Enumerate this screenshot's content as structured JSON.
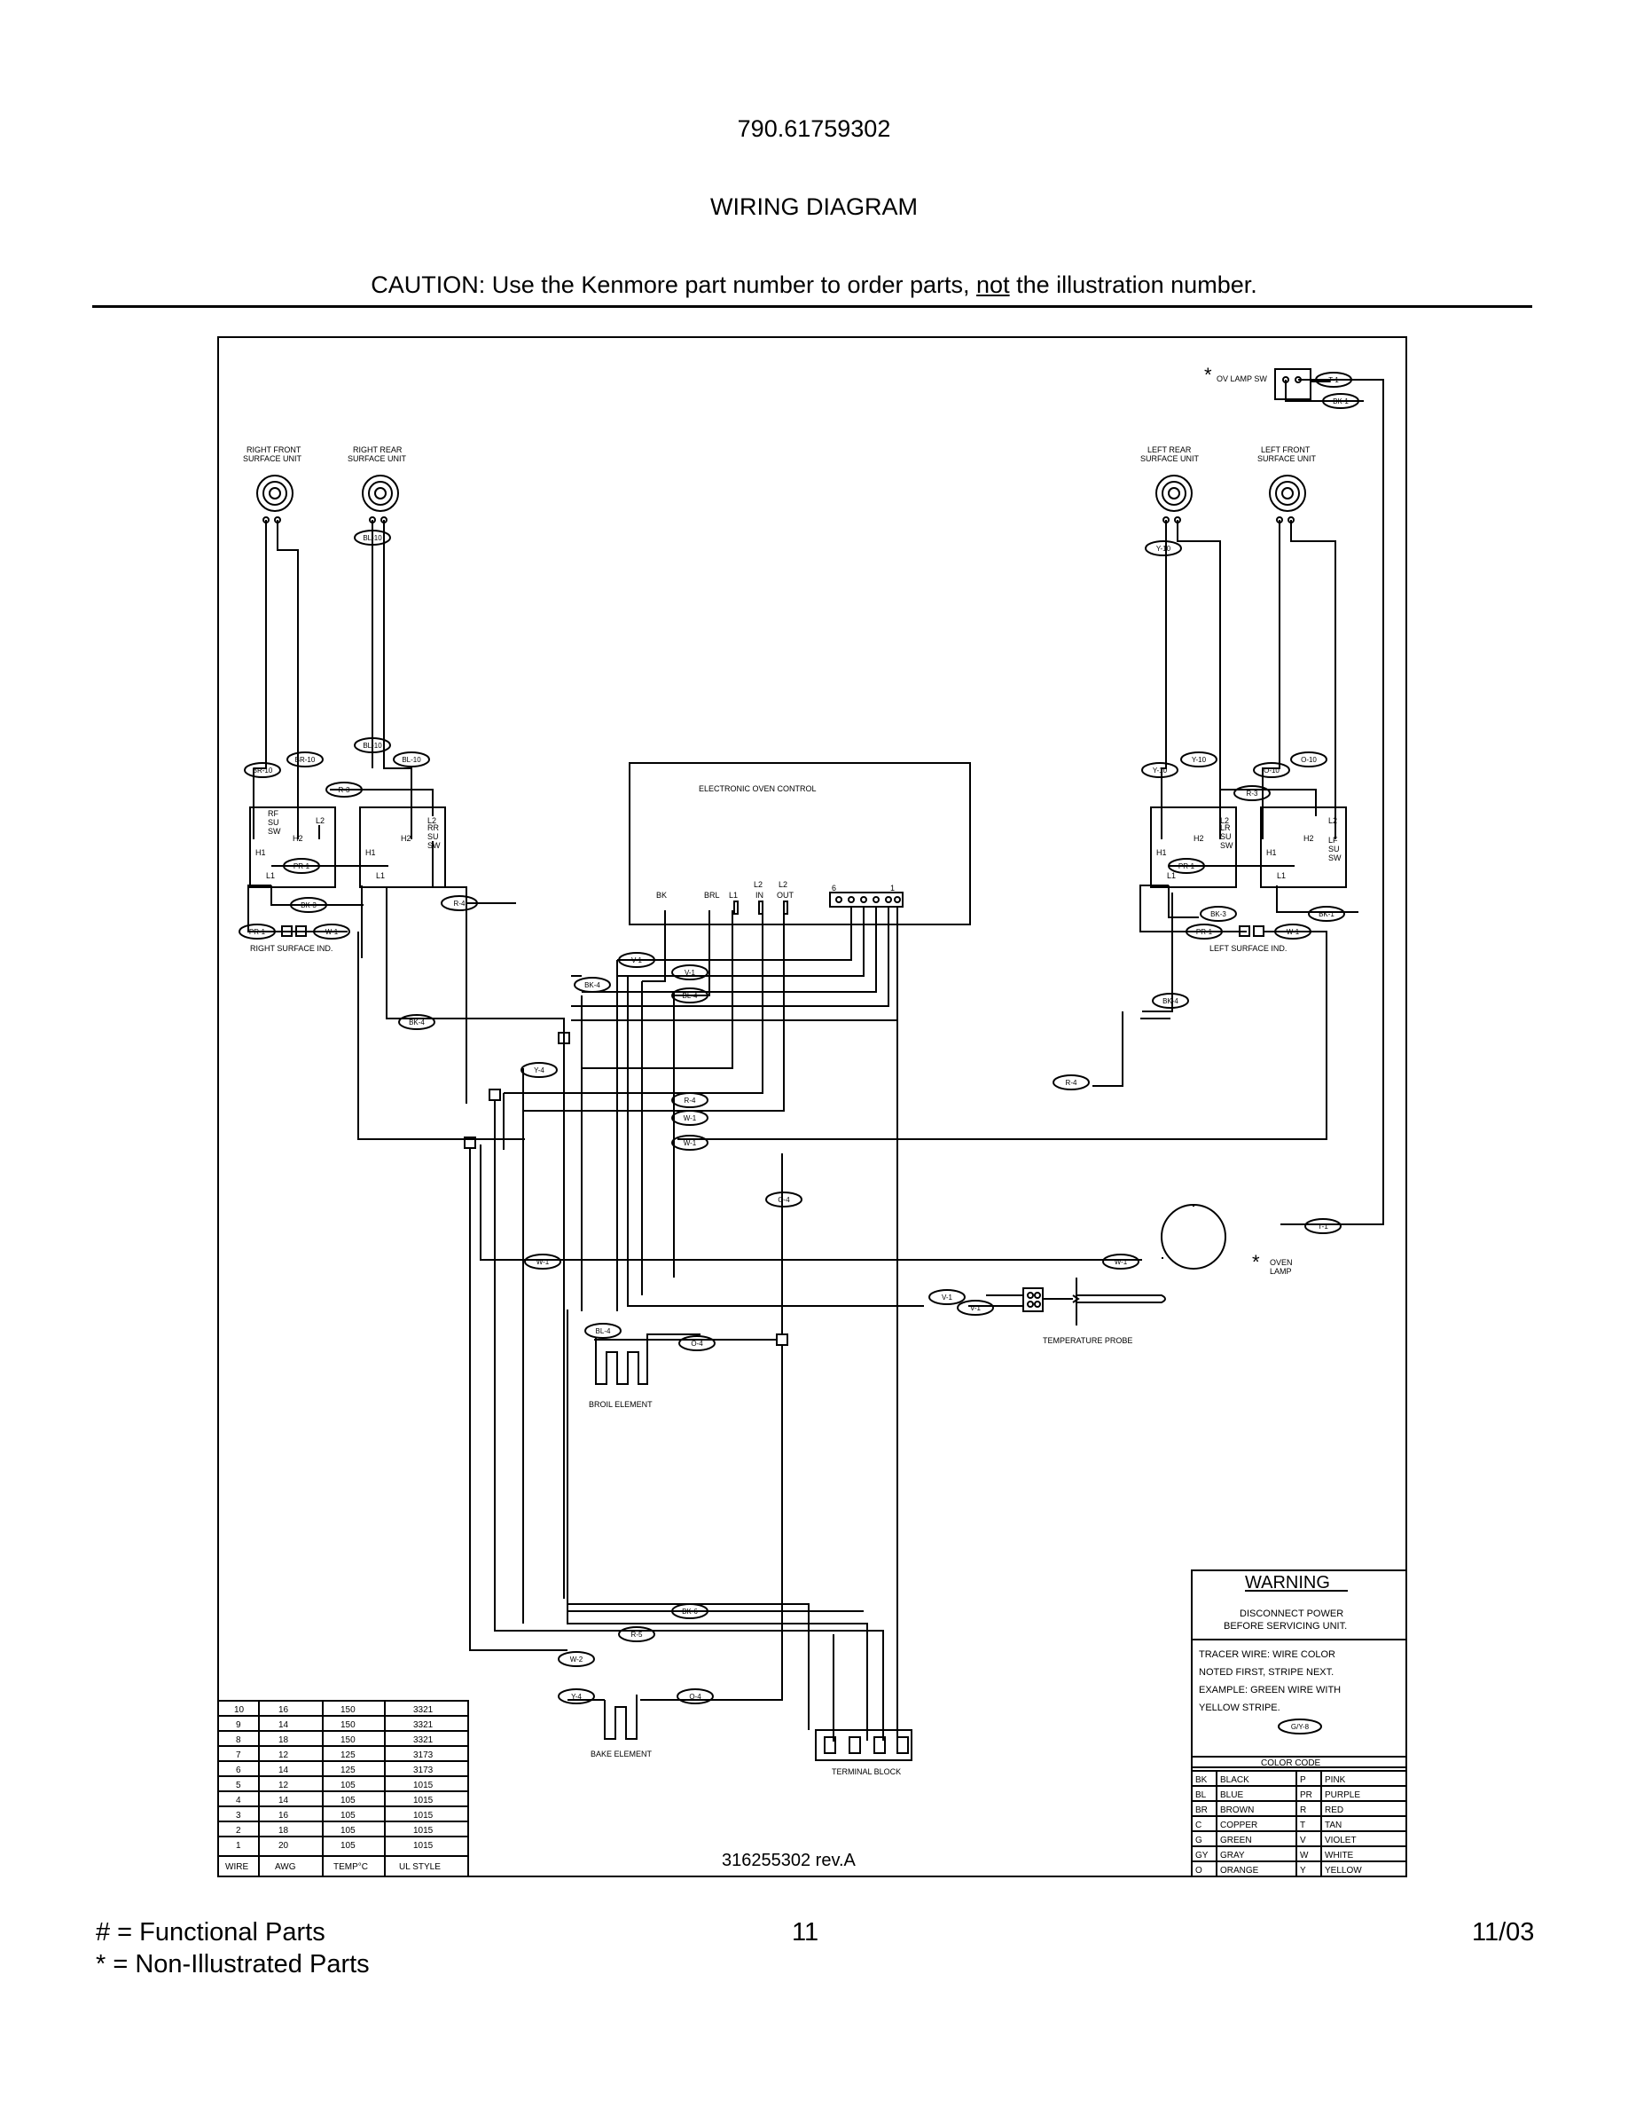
{
  "header": {
    "model": "790.61759302",
    "title": "WIRING DIAGRAM",
    "caution_prefix": "CAUTION: Use the Kenmore part number to order parts, ",
    "caution_underlined": "not",
    "caution_suffix": " the illustration number."
  },
  "components": {
    "ov_lamp_sw": "OV LAMP SW",
    "right_front_unit": [
      "RIGHT FRONT",
      "SURFACE UNIT"
    ],
    "right_rear_unit": [
      "RIGHT REAR",
      "SURFACE UNIT"
    ],
    "left_rear_unit": [
      "LEFT REAR",
      "SURFACE UNIT"
    ],
    "left_front_unit": [
      "LEFT FRONT",
      "SURFACE UNIT"
    ],
    "electronic_oven_control": "ELECTRONIC OVEN CONTROL",
    "right_surface_ind": "RIGHT SURFACE IND.",
    "left_surface_ind": "LEFT SURFACE IND.",
    "oven_lamp": [
      "OVEN",
      "LAMP"
    ],
    "temperature_probe": "TEMPERATURE PROBE",
    "broil_element": "BROIL ELEMENT",
    "bake_element": "BAKE ELEMENT",
    "terminal_block": "TERMINAL BLOCK",
    "drawing_number": "316255302 rev.A",
    "asterisk": "*"
  },
  "switch_labels": {
    "rf": [
      "RF",
      "SU",
      "SW"
    ],
    "rr": [
      "RR",
      "SU",
      "SW"
    ],
    "lr": [
      "LR",
      "SU",
      "SW"
    ],
    "lf": [
      "LF",
      "SU",
      "SW"
    ],
    "h1": "H1",
    "h2": "H2",
    "l1": "L1",
    "l2": "L2",
    "p": "P"
  },
  "control_terminals": [
    "BK",
    "BRL",
    "L1",
    "L2",
    "IN",
    "L2",
    "OUT",
    "6",
    "1"
  ],
  "wire_tags": {
    "t1": "T-1",
    "bk1": "BK-1",
    "bl10": "BL-10",
    "y10": "Y-10",
    "br10": "BR-10",
    "o10": "O-10",
    "r3": "R-3",
    "pr1": "PR-1",
    "bk3": "BK-3",
    "w1": "W-1",
    "r4": "R-4",
    "v1": "V-1",
    "bk4": "BK-4",
    "bl4": "BL-4",
    "y4": "Y-4",
    "o4": "O-4",
    "bk6": "BK-6",
    "r5": "R-5",
    "w2": "W-2",
    "gy8": "G/Y-8"
  },
  "warning": {
    "title": "WARNING",
    "lines": [
      "DISCONNECT POWER",
      "BEFORE SERVICING UNIT."
    ],
    "tracer": [
      "TRACER WIRE:   WIRE COLOR",
      "NOTED FIRST, STRIPE NEXT.",
      "EXAMPLE:   GREEN WIRE WITH",
      "YELLOW STRIPE."
    ]
  },
  "color_code": {
    "title": "COLOR CODE",
    "rows": [
      [
        "BK",
        "BLACK",
        "P",
        "PINK"
      ],
      [
        "BL",
        "BLUE",
        "PR",
        "PURPLE"
      ],
      [
        "BR",
        "BROWN",
        "R",
        "RED"
      ],
      [
        "C",
        "COPPER",
        "T",
        "TAN"
      ],
      [
        "G",
        "GREEN",
        "V",
        "VIOLET"
      ],
      [
        "GY",
        "GRAY",
        "W",
        "WHITE"
      ],
      [
        "O",
        "ORANGE",
        "Y",
        "YELLOW"
      ]
    ]
  },
  "wire_table": {
    "headers": [
      "WIRE",
      "AWG",
      "TEMP°C",
      "UL STYLE"
    ],
    "rows": [
      [
        "10",
        "16",
        "150",
        "3321"
      ],
      [
        "9",
        "14",
        "150",
        "3321"
      ],
      [
        "8",
        "18",
        "150",
        "3321"
      ],
      [
        "7",
        "12",
        "125",
        "3173"
      ],
      [
        "6",
        "14",
        "125",
        "3173"
      ],
      [
        "5",
        "12",
        "105",
        "1015"
      ],
      [
        "4",
        "14",
        "105",
        "1015"
      ],
      [
        "3",
        "16",
        "105",
        "1015"
      ],
      [
        "2",
        "18",
        "105",
        "1015"
      ],
      [
        "1",
        "20",
        "105",
        "1015"
      ]
    ]
  },
  "footer": {
    "functional": "#  =  Functional Parts",
    "non_illustrated": "*   =  Non-Illustrated Parts",
    "page": "11",
    "date": "11/03"
  }
}
